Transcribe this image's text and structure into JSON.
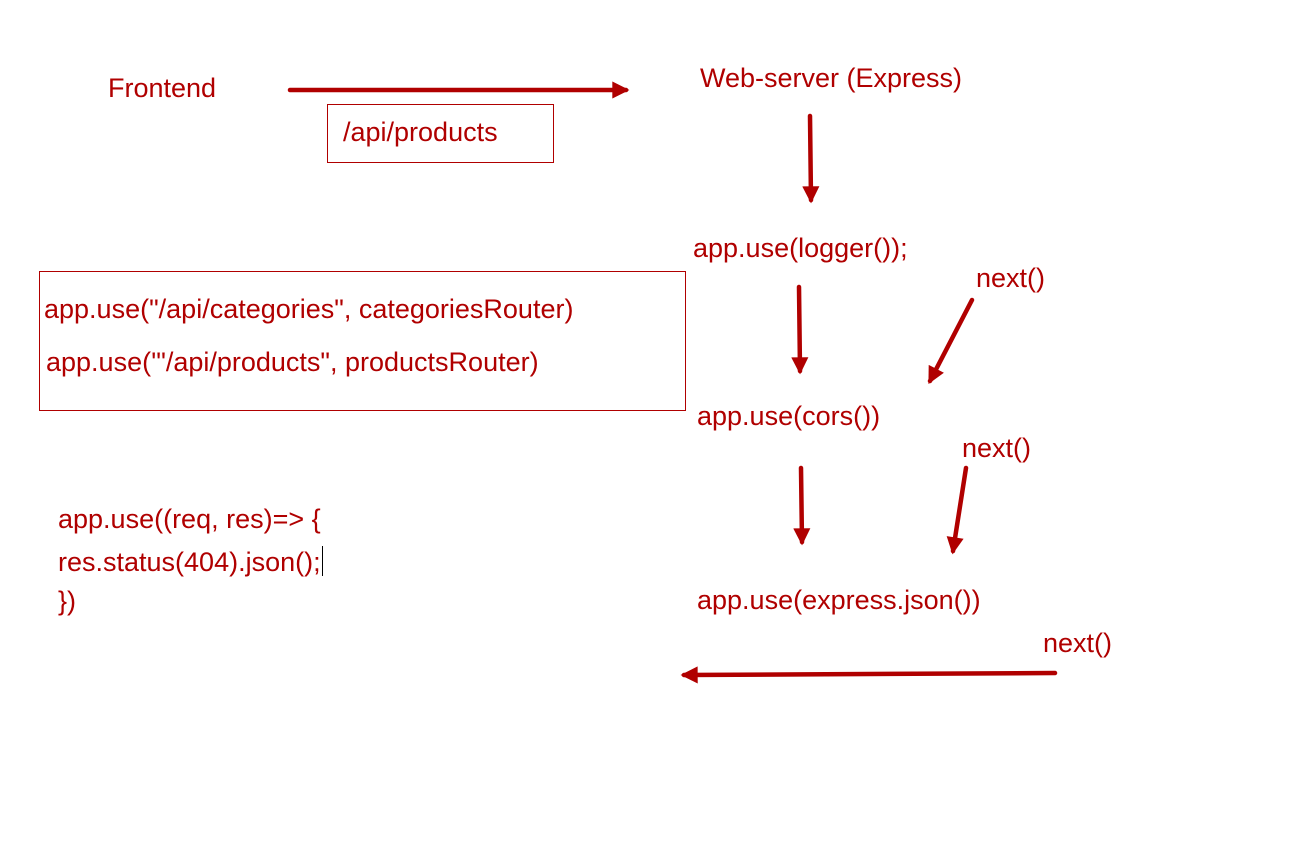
{
  "colors": {
    "accent": "#b00000",
    "background": "#ffffff"
  },
  "diagram": {
    "frontend": "Frontend",
    "request_path": "/api/products",
    "server": "Web-server (Express)",
    "middleware": {
      "logger": "app.use(logger());",
      "cors": "app.use(cors())",
      "json": "app.use(express.json())"
    },
    "next_labels": [
      "next()",
      "next()",
      "next()"
    ],
    "routers": [
      "app.use(\"/api/categories\", categoriesRouter)",
      "app.use('\"/api/products\", productsRouter)"
    ],
    "fallback": [
      "app.use((req, res)=> {",
      "res.status(404).json();",
      "})"
    ]
  }
}
